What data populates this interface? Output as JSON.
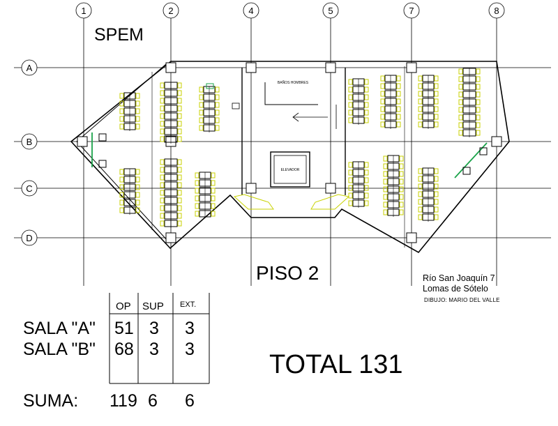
{
  "plan": {
    "title": "SPEM",
    "floor": "PISO 2",
    "address_line1": "Río San Joaquín 7",
    "address_line2": "Lomas de Sótelo",
    "credit": "DIBUJO: MARIO DEL VALLE",
    "room_label_bath": "BAÑOS HOMBRES",
    "room_label_elevator": "ELEVADOR",
    "grid_columns": [
      "1",
      "2",
      "4",
      "5",
      "7",
      "8"
    ],
    "grid_rows": [
      "A",
      "B",
      "C",
      "D"
    ]
  },
  "summary": {
    "headers": [
      "OP",
      "SUP",
      "EXT."
    ],
    "rows": [
      {
        "label": "SALA \"A\"",
        "op": "51",
        "sup": "3",
        "ext": "3"
      },
      {
        "label": "SALA \"B\"",
        "op": "68",
        "sup": "3",
        "ext": "3"
      }
    ],
    "sum_label": "SUMA:",
    "sum": {
      "op": "119",
      "sup": "6",
      "ext": "6"
    },
    "total": "TOTAL 131"
  },
  "colors": {
    "line": "#000000",
    "furniture": "#c8d200",
    "accent": "#1aa34a"
  }
}
